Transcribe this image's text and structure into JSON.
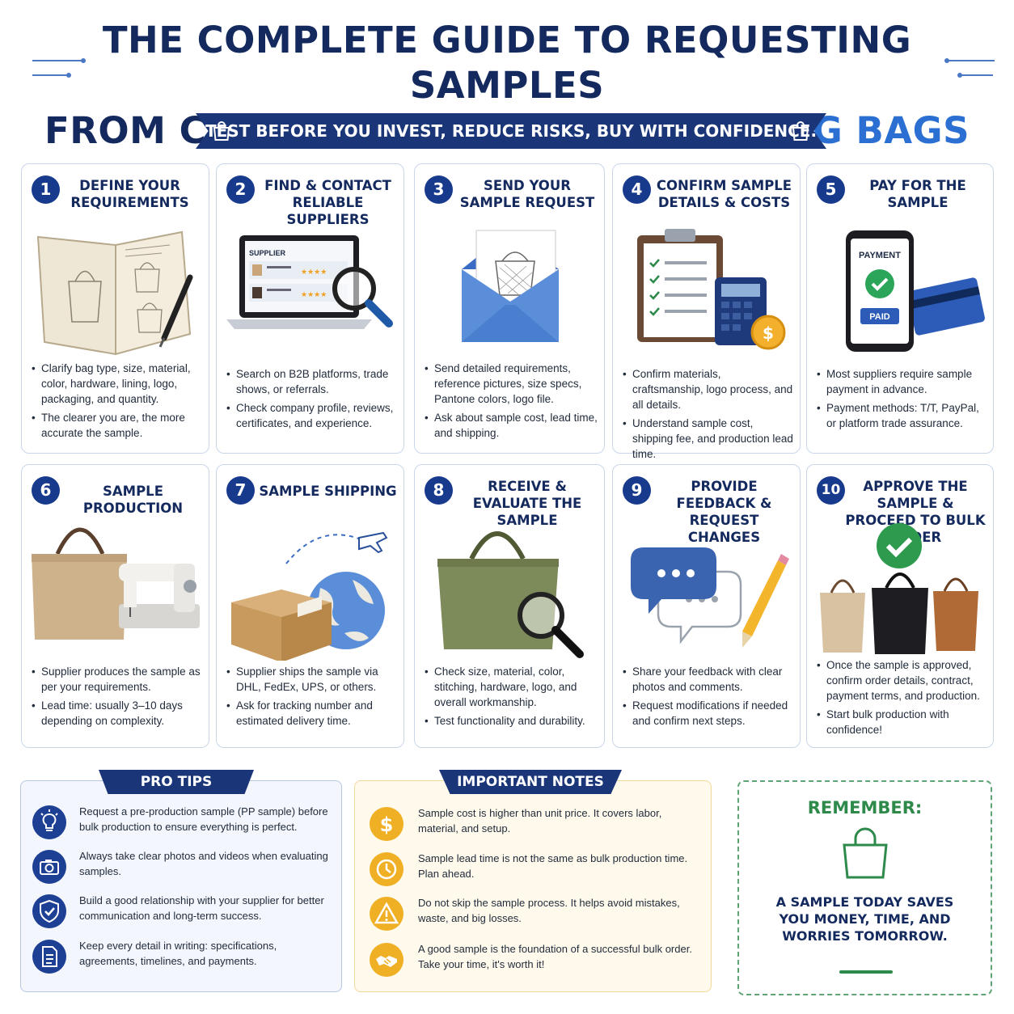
{
  "header": {
    "title_line1": "THE COMPLETE GUIDE TO REQUESTING SAMPLES",
    "title_line2_plain": "FROM CHINA ",
    "title_line2_highlight": "BEFORE BULK ORDERING BAGS",
    "tagline": "TEST BEFORE YOU INVEST, REDUCE RISKS, BUY WITH CONFIDENCE."
  },
  "colors": {
    "navy": "#142a5e",
    "accent_blue": "#2a6fd1",
    "ribbon": "#1a3578",
    "green": "#2e8a4a",
    "gold": "#f0b025"
  },
  "steps": [
    {
      "number": "1",
      "title": "DEFINE YOUR REQUIREMENTS",
      "icon": "sketchbook-pen-icon",
      "bullets": [
        "Clarify bag type, size, material, color, hardware, lining, logo, packaging, and quantity.",
        "The clearer you are, the more accurate the sample."
      ]
    },
    {
      "number": "2",
      "title": "FIND & CONTACT RELIABLE SUPPLIERS",
      "icon": "laptop-magnifier-icon",
      "screen_label": "SUPPLIER",
      "bullets": [
        "Search on B2B platforms, trade shows, or referrals.",
        "Check company profile, reviews, certificates, and experience."
      ]
    },
    {
      "number": "3",
      "title": "SEND YOUR SAMPLE REQUEST",
      "icon": "envelope-icon",
      "bullets": [
        "Send detailed requirements, reference pictures, size specs, Pantone colors, logo file.",
        "Ask about sample cost, lead time, and shipping."
      ]
    },
    {
      "number": "4",
      "title": "CONFIRM SAMPLE DETAILS & COSTS",
      "icon": "clipboard-calculator-icon",
      "bullets": [
        "Confirm materials, craftsmanship, logo process, and all details.",
        "Understand sample cost, shipping fee, and production lead time."
      ]
    },
    {
      "number": "5",
      "title": "PAY FOR THE SAMPLE",
      "icon": "phone-payment-icon",
      "phone_label": "PAYMENT",
      "paid_label": "PAID",
      "bullets": [
        "Most suppliers require sample payment in advance.",
        "Payment methods: T/T, PayPal, or platform trade assurance."
      ]
    },
    {
      "number": "6",
      "title": "SAMPLE PRODUCTION",
      "icon": "bag-sewing-machine-icon",
      "bullets": [
        "Supplier produces the sample as per your requirements.",
        "Lead time: usually 3–10 days depending on complexity."
      ]
    },
    {
      "number": "7",
      "title": "SAMPLE SHIPPING",
      "icon": "box-globe-plane-icon",
      "bullets": [
        "Supplier ships the sample via DHL, FedEx, UPS, or others.",
        "Ask for tracking number and estimated delivery time."
      ]
    },
    {
      "number": "8",
      "title": "RECEIVE & EVALUATE THE SAMPLE",
      "icon": "bag-magnifier-icon",
      "bullets": [
        "Check size, material, color, stitching, hardware, logo, and overall workmanship.",
        "Test functionality and durability."
      ]
    },
    {
      "number": "9",
      "title": "PROVIDE FEEDBACK & REQUEST CHANGES",
      "icon": "chat-pencil-icon",
      "bullets": [
        "Share your feedback with clear photos and comments.",
        "Request modifications if needed and confirm next steps."
      ]
    },
    {
      "number": "10",
      "title": "APPROVE THE SAMPLE & PROCEED TO BULK ORDER",
      "icon": "bags-checkmark-icon",
      "bullets": [
        "Once the sample is approved, confirm order details, contract, payment terms, and production.",
        "Start bulk production with confidence!"
      ]
    }
  ],
  "pro_tips": {
    "label": "PRO TIPS",
    "items": [
      {
        "icon": "lightbulb-icon",
        "text": "Request a pre-production sample (PP sample) before bulk production to ensure everything is perfect."
      },
      {
        "icon": "camera-icon",
        "text": "Always take clear photos and videos when evaluating samples."
      },
      {
        "icon": "shield-check-icon",
        "text": "Build a good relationship with your supplier for better communication and long-term success."
      },
      {
        "icon": "document-icon",
        "text": "Keep every detail in writing: specifications, agreements, timelines, and payments."
      }
    ]
  },
  "important_notes": {
    "label": "IMPORTANT NOTES",
    "items": [
      {
        "icon": "dollar-icon",
        "text": "Sample cost is higher than unit price. It covers labor, material, and setup."
      },
      {
        "icon": "clock-icon",
        "text": "Sample lead time is not the same as bulk production time. Plan ahead."
      },
      {
        "icon": "warning-icon",
        "text": "Do not skip the sample process. It helps avoid mistakes, waste, and big losses."
      },
      {
        "icon": "handshake-icon",
        "text": "A good sample is the foundation of a successful bulk order. Take your time, it's worth it!"
      }
    ]
  },
  "remember": {
    "title": "REMEMBER:",
    "icon": "shopping-bag-icon",
    "text": "A SAMPLE TODAY SAVES YOU MONEY, TIME, AND WORRIES TOMORROW."
  }
}
